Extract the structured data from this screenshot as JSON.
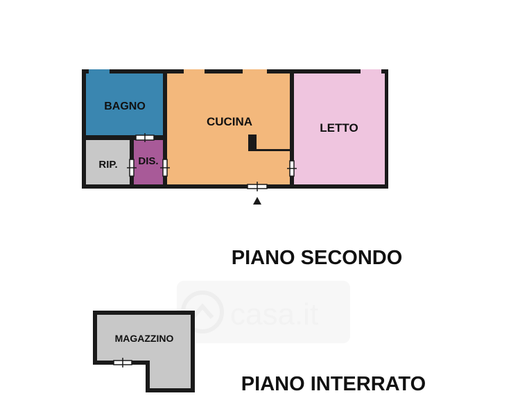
{
  "floors": [
    {
      "title": "PIANO SECONDO",
      "rooms": [
        {
          "label": "BAGNO",
          "color": "#3a86b0"
        },
        {
          "label": "CUCINA",
          "color": "#f3b87c"
        },
        {
          "label": "LETTO",
          "color": "#efc5df"
        },
        {
          "label": "RIP.",
          "color": "#c8c8c8"
        },
        {
          "label": "DIS.",
          "color": "#a85a98"
        }
      ]
    },
    {
      "title": "PIANO INTERRATO",
      "rooms": [
        {
          "label": "MAGAZZINO",
          "color": "#c8c8c8"
        }
      ]
    }
  ],
  "watermark": {
    "text": "casa.it",
    "icon": "house-icon"
  },
  "colors": {
    "wall": "#1a1a1a",
    "background": "#ffffff"
  }
}
